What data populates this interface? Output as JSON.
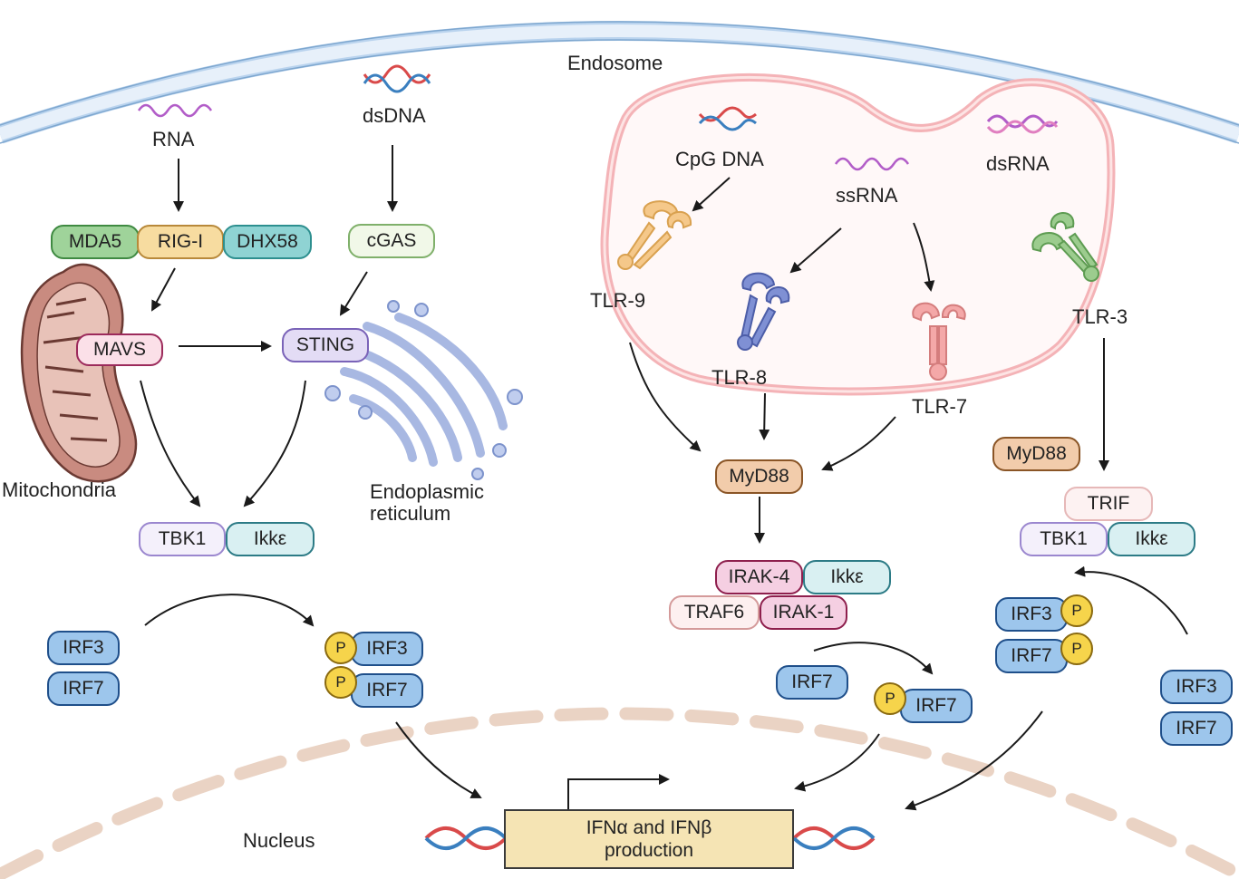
{
  "labels": {
    "rna": "RNA",
    "dsdna": "dsDNA",
    "endosome": "Endosome",
    "cpg_dna": "CpG DNA",
    "ssrna": "ssRNA",
    "dsrna": "dsRNA",
    "mitochondria": "Mitochondria",
    "er_line1": "Endoplasmic",
    "er_line2": "reticulum",
    "tlr9": "TLR-9",
    "tlr8": "TLR-8",
    "tlr7": "TLR-7",
    "tlr3": "TLR-3",
    "nucleus": "Nucleus"
  },
  "proteins": {
    "mda5": "MDA5",
    "rigi": "RIG-I",
    "dhx58": "DHX58",
    "cgas": "cGAS",
    "mavs": "MAVS",
    "sting": "STING",
    "tbk1_left": "TBK1",
    "ikke_left": "Ikkε",
    "irf3_left": "IRF3",
    "irf7_left": "IRF7",
    "irf3_mid": "IRF3",
    "irf7_mid": "IRF7",
    "myd88_center": "MyD88",
    "irak4": "IRAK-4",
    "ikke_center": "Ikkε",
    "traf6": "TRAF6",
    "irak1": "IRAK-1",
    "irf7_center": "IRF7",
    "irf7_center_p": "IRF7",
    "myd88_right": "MyD88",
    "trif": "TRIF",
    "tbk1_right": "TBK1",
    "ikke_right": "Ikkε",
    "irf3_right_p": "IRF3",
    "irf7_right_p": "IRF7",
    "irf3_right": "IRF3",
    "irf7_right": "IRF7"
  },
  "phospho": "P",
  "production": {
    "line1": "IFNα and IFNβ",
    "line2": "production"
  },
  "colors": {
    "membrane": "#cfe1f3",
    "endosome": "#f2a7ad",
    "mitochondria": "#c98b7f",
    "golgi": "#a7b9e0",
    "nucleus_dash": "#ecd5c6",
    "dna_red": "#d94a4a",
    "dna_blue": "#3a7fbf",
    "rna_purple": "#b25dc8"
  }
}
